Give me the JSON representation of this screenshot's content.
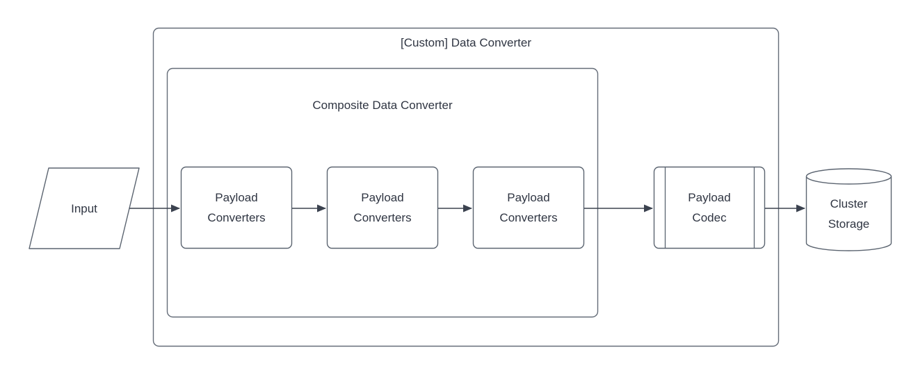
{
  "diagram": {
    "type": "flowchart",
    "background_color": "#ffffff",
    "shape_stroke_color": "#5b6470",
    "text_color": "#2f3542",
    "arrow_color": "#3b424f",
    "outer_container": {
      "label": "[Custom] Data Converter"
    },
    "inner_container": {
      "label": "Composite Data Converter"
    },
    "nodes": [
      {
        "id": "input",
        "shape": "parallelogram",
        "label": "Input"
      },
      {
        "id": "payload-converters-1",
        "shape": "rounded-rectangle",
        "label": "Payload Converters"
      },
      {
        "id": "payload-converters-2",
        "shape": "rounded-rectangle",
        "label": "Payload Converters"
      },
      {
        "id": "payload-converters-3",
        "shape": "rounded-rectangle",
        "label": "Payload Converters"
      },
      {
        "id": "payload-codec",
        "shape": "predefined-process",
        "label": "Payload Codec"
      },
      {
        "id": "cluster-storage",
        "shape": "cylinder",
        "label": "Cluster Storage"
      }
    ],
    "connections": [
      {
        "from": "input",
        "to": "payload-converters-1"
      },
      {
        "from": "payload-converters-1",
        "to": "payload-converters-2"
      },
      {
        "from": "payload-converters-2",
        "to": "payload-converters-3"
      },
      {
        "from": "payload-converters-3",
        "to": "payload-codec"
      },
      {
        "from": "payload-codec",
        "to": "cluster-storage"
      }
    ]
  }
}
